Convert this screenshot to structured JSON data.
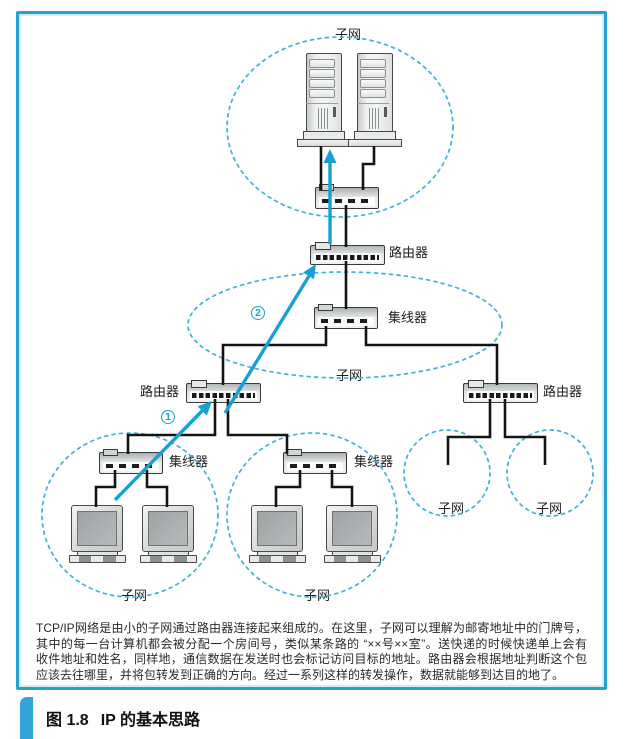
{
  "colors": {
    "frame_blue": "#2ba0cb",
    "dashed_cyan": "#3fb3d6",
    "arrow_blue": "#18a0d6",
    "caption_tab_blue": "#31a5d9",
    "cable_black": "#141414"
  },
  "diagram": {
    "labels": {
      "subnet": "子网",
      "router": "路由器",
      "hub": "集线器"
    },
    "steps": [
      "1",
      "2"
    ]
  },
  "figure": {
    "caption_label": "图 1.8",
    "caption_title": "IP 的基本思路",
    "description_lines": [
      "TCP/IP网络是由小的子网通过路由器连接起来组成的。在这里，子网可以理解为邮寄地址中的门牌号，",
      "其中的每一台计算机都会被分配一个房间号，类似某条路的 “××号××室”。送快递的时候快递单上会有",
      "收件地址和姓名，同样地，通信数据在发送时也会标记访问目标的地址。路由器会根据地址判断这个包",
      "应该去往哪里，并将包转发到正确的方向。经过一系列这样的转发操作，数据就能够到达目的地了。"
    ]
  }
}
